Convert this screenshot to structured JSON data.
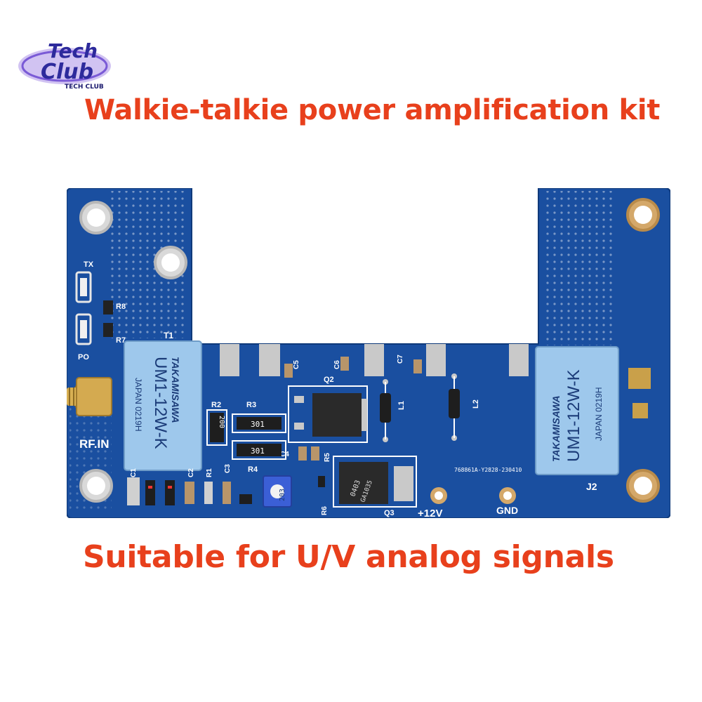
{
  "brand": {
    "logo_line1": "Tech",
    "logo_line2": "Club",
    "logo_tag": "TECH CLUB",
    "accent_color": "#e8401c",
    "board_color": "#1a4fa0"
  },
  "headline": "Walkie-talkie power amplification kit",
  "subheadline": "Suitable for U/V analog signals",
  "board": {
    "silkscreen": {
      "tx": "TX",
      "po": "PO",
      "rf_in": "RF.IN",
      "r8": "R8",
      "r7": "R7",
      "t1": "T1",
      "j2": "J2",
      "r2": "R2",
      "r3": "R3",
      "r4": "R4",
      "r5": "R5",
      "r6": "R6",
      "r1": "R1",
      "c1": "C1",
      "c2": "C2",
      "c3": "C3",
      "c4": "C4",
      "c5": "C5",
      "c6": "C6",
      "c7": "C7",
      "q2": "Q2",
      "q3": "Q3",
      "l1": "L1",
      "l2": "L2",
      "plus12v": "+12V",
      "gnd": "GND",
      "revision": "768861A-Y2828-230410"
    },
    "transformer_left": {
      "brand": "TAKAMISAWA",
      "model": "UM1-12W-K",
      "origin": "JAPAN 0219H"
    },
    "transformer_right": {
      "brand": "TAKAMISAWA",
      "model": "UM1-12W-K",
      "origin": "JAPAN 0219H"
    },
    "resistor_labels": {
      "r2_code": "200",
      "r3_code": "301",
      "r4_code": "301"
    },
    "pot_label": "203",
    "mosfet_q3_marking": "0403",
    "mosfet_q3_code": "GA1035"
  }
}
